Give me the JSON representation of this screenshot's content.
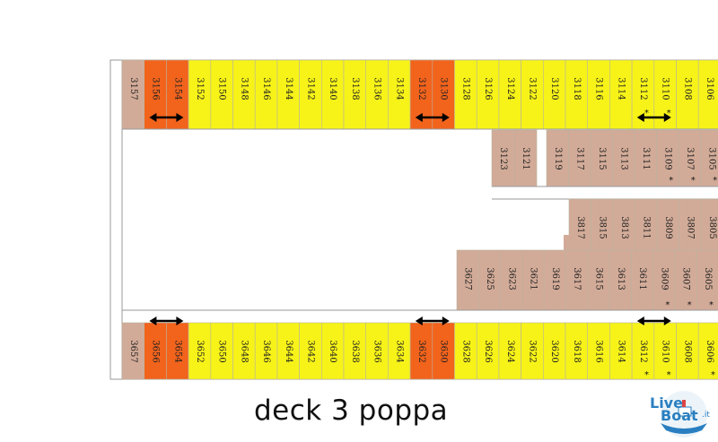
{
  "caption": "deck 3 poppa",
  "logo": {
    "line1": "Live",
    "line2": "Boat",
    "suffix": ".it"
  },
  "colors": {
    "standard": "#f7f318",
    "highlight": "#f2631c",
    "interior": "#d2ab98",
    "outline": "#999999"
  },
  "rows": {
    "top_outer": [
      {
        "n": "3157",
        "c": "interior"
      },
      {
        "n": "3156",
        "c": "highlight"
      },
      {
        "n": "3154",
        "c": "highlight"
      },
      {
        "n": "3152",
        "c": "standard"
      },
      {
        "n": "3150",
        "c": "standard"
      },
      {
        "n": "3148",
        "c": "standard"
      },
      {
        "n": "3146",
        "c": "standard"
      },
      {
        "n": "3144",
        "c": "standard"
      },
      {
        "n": "3142",
        "c": "standard"
      },
      {
        "n": "3140",
        "c": "standard"
      },
      {
        "n": "3138",
        "c": "standard"
      },
      {
        "n": "3136",
        "c": "standard"
      },
      {
        "n": "3134",
        "c": "standard"
      },
      {
        "n": "3132",
        "c": "highlight"
      },
      {
        "n": "3130",
        "c": "highlight"
      },
      {
        "n": "3128",
        "c": "standard"
      },
      {
        "n": "3126",
        "c": "standard"
      },
      {
        "n": "3124",
        "c": "standard"
      },
      {
        "n": "3122",
        "c": "standard"
      },
      {
        "n": "3120",
        "c": "standard"
      },
      {
        "n": "3118",
        "c": "standard"
      },
      {
        "n": "3116",
        "c": "standard"
      },
      {
        "n": "3114",
        "c": "standard"
      },
      {
        "n": "3112",
        "c": "standard",
        "star": true
      },
      {
        "n": "3110",
        "c": "standard",
        "star": true
      },
      {
        "n": "3108",
        "c": "standard"
      },
      {
        "n": "3106",
        "c": "standard"
      }
    ],
    "top_inner_a": [
      "3123",
      "3121"
    ],
    "top_inner_b": [
      {
        "n": "3119"
      },
      {
        "n": "3117"
      },
      {
        "n": "3115"
      },
      {
        "n": "3113"
      },
      {
        "n": "3111"
      },
      {
        "n": "3109",
        "star": true
      },
      {
        "n": "3107",
        "star": true
      },
      {
        "n": "3105",
        "star": true
      }
    ],
    "middle_inner": [
      {
        "n": "3817"
      },
      {
        "n": "3815"
      },
      {
        "n": "3813"
      },
      {
        "n": "3811"
      },
      {
        "n": "3809"
      },
      {
        "n": "3807"
      },
      {
        "n": "3805"
      }
    ],
    "bottom_inner": [
      {
        "n": "3627"
      },
      {
        "n": "3625"
      },
      {
        "n": "3623"
      },
      {
        "n": "3621"
      },
      {
        "n": "3619"
      },
      {
        "n": "3617"
      },
      {
        "n": "3615"
      },
      {
        "n": "3613"
      },
      {
        "n": "3611"
      },
      {
        "n": "3609",
        "star": true
      },
      {
        "n": "3607",
        "star": true
      },
      {
        "n": "3605",
        "star": true
      }
    ],
    "bottom_outer": [
      {
        "n": "3657",
        "c": "interior"
      },
      {
        "n": "3656",
        "c": "highlight"
      },
      {
        "n": "3654",
        "c": "highlight"
      },
      {
        "n": "3652",
        "c": "standard"
      },
      {
        "n": "3650",
        "c": "standard"
      },
      {
        "n": "3648",
        "c": "standard"
      },
      {
        "n": "3646",
        "c": "standard"
      },
      {
        "n": "3644",
        "c": "standard"
      },
      {
        "n": "3642",
        "c": "standard"
      },
      {
        "n": "3640",
        "c": "standard"
      },
      {
        "n": "3638",
        "c": "standard"
      },
      {
        "n": "3636",
        "c": "standard"
      },
      {
        "n": "3634",
        "c": "standard"
      },
      {
        "n": "3632",
        "c": "highlight"
      },
      {
        "n": "3630",
        "c": "highlight"
      },
      {
        "n": "3628",
        "c": "standard"
      },
      {
        "n": "3626",
        "c": "standard"
      },
      {
        "n": "3624",
        "c": "standard"
      },
      {
        "n": "3622",
        "c": "standard"
      },
      {
        "n": "3620",
        "c": "standard"
      },
      {
        "n": "3618",
        "c": "standard"
      },
      {
        "n": "3616",
        "c": "standard"
      },
      {
        "n": "3614",
        "c": "standard"
      },
      {
        "n": "3612",
        "c": "standard",
        "star": true
      },
      {
        "n": "3610",
        "c": "standard",
        "star": true
      },
      {
        "n": "3608",
        "c": "standard"
      },
      {
        "n": "3606",
        "c": "standard",
        "star": true
      }
    ]
  },
  "connecting_doors": {
    "top": [
      [
        "3156",
        "3154"
      ],
      [
        "3132",
        "3130"
      ],
      [
        "3112",
        "3110"
      ]
    ],
    "bottom": [
      [
        "3656",
        "3654"
      ],
      [
        "3632",
        "3630"
      ],
      [
        "3612",
        "3610"
      ]
    ]
  }
}
